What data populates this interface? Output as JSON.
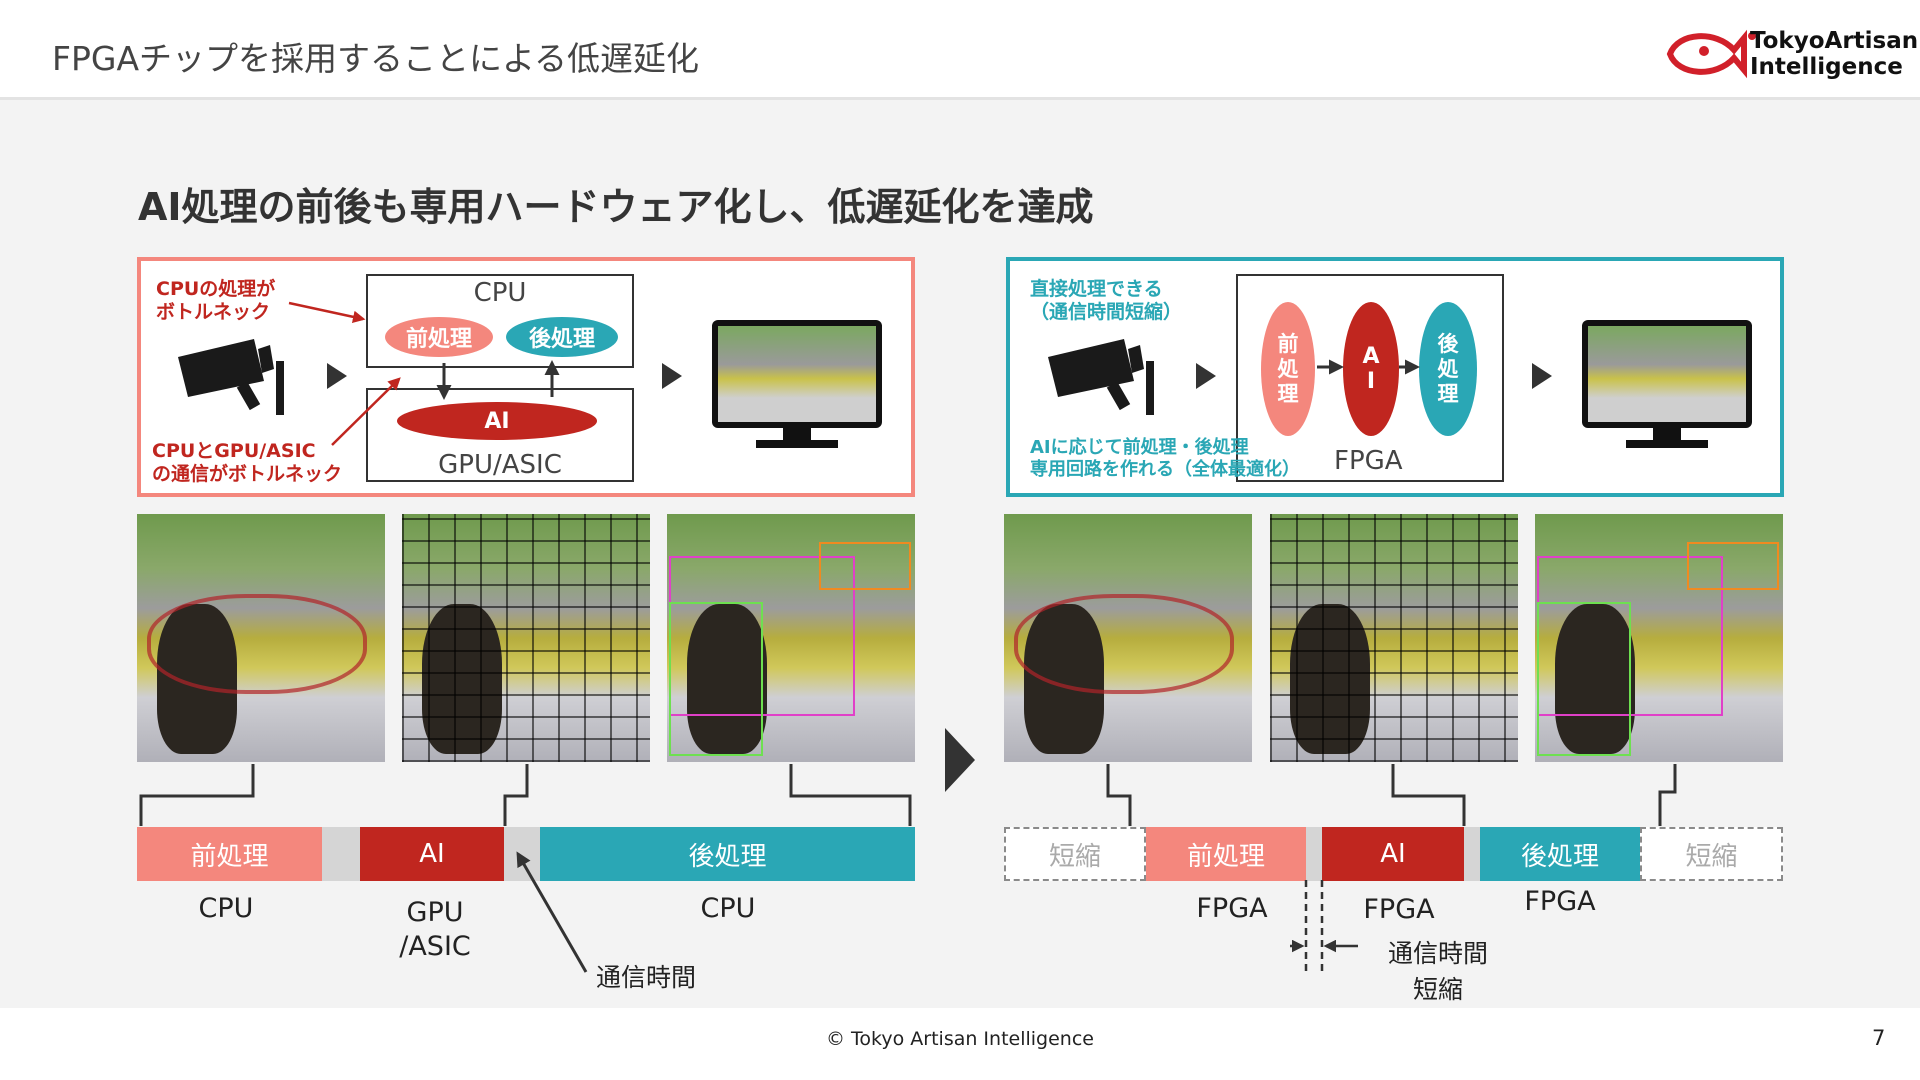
{
  "slide": {
    "title": "FPGAチップを採用することによる低遅延化",
    "heading": "AI処理の前後も専用ハードウェア化し、低遅延化を達成",
    "copyright": "© Tokyo Artisan Intelligence",
    "page_number": "7"
  },
  "logo": {
    "line1": "TokyoArtisan",
    "line2": "Intelligence"
  },
  "left_diagram": {
    "cpu_box_label": "CPU",
    "pre_label": "前処理",
    "post_label": "後処理",
    "ai_label": "AI",
    "gpu_box_label": "GPU/ASIC",
    "note_cpu": [
      "CPUの処理が",
      "ボトルネック"
    ],
    "note_comm": [
      "CPUとGPU/ASIC",
      "の通信がボトルネック"
    ]
  },
  "right_diagram": {
    "note_direct": [
      "直接処理できる",
      "（通信時間短縮）"
    ],
    "pre_label": [
      "前",
      "処",
      "理"
    ],
    "ai_label": [
      "A",
      "I"
    ],
    "post_label": [
      "後",
      "処",
      "理"
    ],
    "fpga_box_label": "FPGA",
    "note_custom": [
      "AIに応じて前処理・後処理",
      "専用回路を作れる（全体最適化）"
    ]
  },
  "left_timeline": {
    "segments": [
      "前処理",
      "AI",
      "後処理"
    ],
    "labels": [
      "CPU",
      "GPU",
      "/ASIC",
      "CPU"
    ],
    "comm_label": "通信時間"
  },
  "right_timeline": {
    "segments": [
      "短縮",
      "前処理",
      "AI",
      "後処理",
      "短縮"
    ],
    "labels": [
      "FPGA",
      "FPGA",
      "FPGA"
    ],
    "comm_label": [
      "通信時間",
      "短縮"
    ]
  },
  "colors": {
    "salmon": "#f4877d",
    "red": "#c0261f",
    "teal": "#2aa7b5",
    "gray": "#d5d5d5",
    "left_panel_border": "#f4877d",
    "right_panel_border": "#2aa7b5"
  }
}
